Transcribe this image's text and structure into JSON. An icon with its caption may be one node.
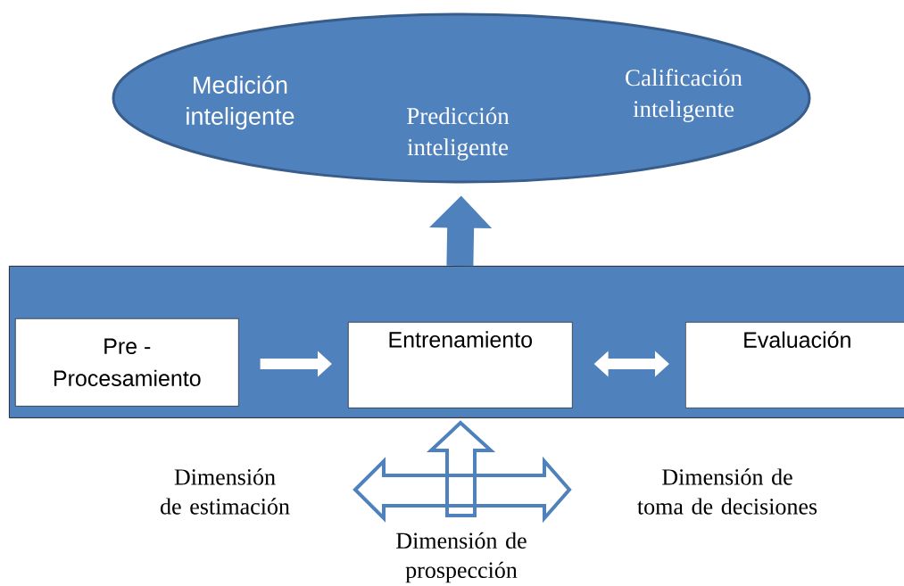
{
  "diagram": {
    "nodes": [
      {
        "text": [
          "Medición inteligente",
          "Predicción inteligente",
          "Calificación inteligente"
        ]
      },
      {
        "text": [],
        "shape": "bar"
      },
      {
        "text": [
          "Pre - Procesamiento"
        ],
        "in": 1
      },
      {
        "text": [
          "Entrenamiento"
        ],
        "in": 1
      },
      {
        "text": [
          "Evaluación"
        ],
        "in": 1
      }
    ],
    "edges": [
      {
        "from": 1,
        "to": 0,
        "arrow": "to",
        "style": "thick",
        "color": "#4f81bd"
      },
      {
        "from": 2,
        "to": 3,
        "arrow": "to"
      },
      {
        "from": 3,
        "to": 4,
        "arrow": "both"
      }
    ],
    "labels": [
      "Dimensión de estimación",
      "Dimensión de toma de decisiones",
      "Dimensión de prospección"
    ]
  }
}
